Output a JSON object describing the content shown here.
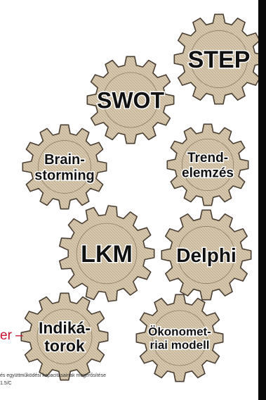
{
  "gears": [
    {
      "id": "step",
      "lines": [
        "STEP"
      ]
    },
    {
      "id": "swot",
      "lines": [
        "SWOT"
      ]
    },
    {
      "id": "brainstorming",
      "lines": [
        "Brain-",
        "storming"
      ]
    },
    {
      "id": "trendelemzes",
      "lines": [
        "Trend-",
        "elemzés"
      ]
    },
    {
      "id": "lkm",
      "lines": [
        "LKM"
      ]
    },
    {
      "id": "delphi",
      "lines": [
        "Delphi"
      ]
    },
    {
      "id": "indikatorok",
      "lines": [
        "Indiká-",
        "torok"
      ]
    },
    {
      "id": "okonometriai",
      "lines": [
        "Ökonomet-",
        "riai modell"
      ]
    }
  ],
  "left_fragment": "er –",
  "footer": {
    "line1": "és együttműködési kapacitásainak megerősítése",
    "line2": "1.5/C"
  },
  "colors": {
    "gear_fill": "#d8c8ad",
    "gear_stroke": "#4a3f33",
    "accent_red": "#c8102e"
  }
}
